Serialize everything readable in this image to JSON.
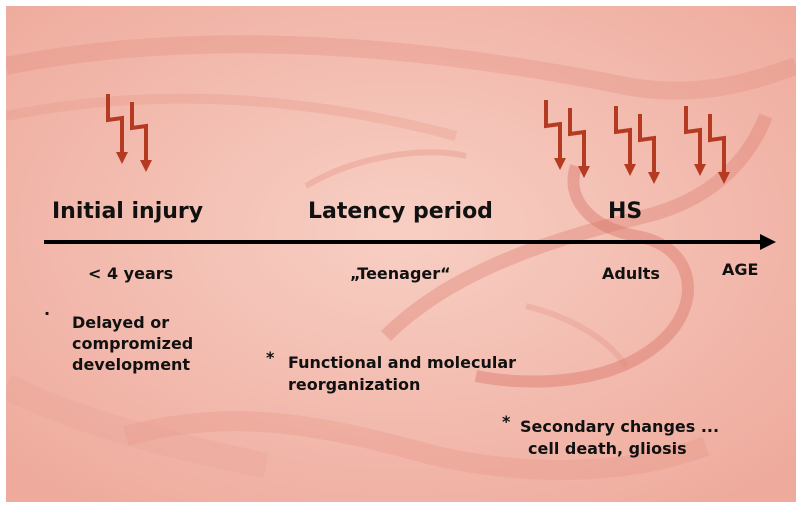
{
  "phases": {
    "initial": "Initial injury",
    "latency": "Latency period",
    "hs": "HS"
  },
  "ages": {
    "child": "< 4 years",
    "teen": "„Teenager“",
    "adult": "Adults",
    "axis": "AGE"
  },
  "notes": {
    "bullet": "·",
    "delayed": [
      "Delayed or",
      "compromized",
      "development"
    ],
    "star": "*",
    "functional": [
      "Functional and molecular",
      "reorganization"
    ],
    "secondary": [
      "Secondary changes ...",
      "cell death, gliosis"
    ]
  },
  "colors": {
    "bolt": "#b53a22",
    "axis": "#000000",
    "background": "#f3b9ad"
  },
  "icons": {
    "bolt": "lightning-bolt-icon"
  }
}
